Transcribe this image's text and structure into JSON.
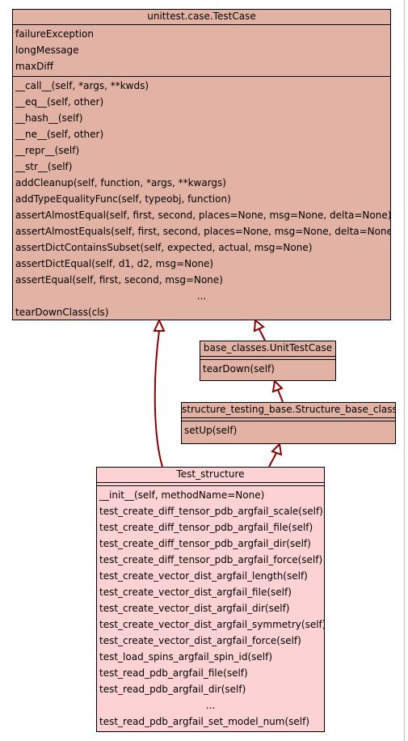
{
  "classes": {
    "testcase": {
      "name": "unittest.case.TestCase",
      "attributes": [
        "failureException",
        "longMessage",
        "maxDiff"
      ],
      "methods": [
        "__call__(self, *args, **kwds)",
        "__eq__(self, other)",
        "__hash__(self)",
        "__ne__(self, other)",
        "__repr__(self)",
        "__str__(self)",
        "addCleanup(self, function, *args, **kwargs)",
        "addTypeEqualityFunc(self, typeobj, function)",
        "assertAlmostEqual(self, first, second, places=None, msg=None, delta=None)",
        "assertAlmostEquals(self, first, second, places=None, msg=None, delta=None)",
        "assertDictContainsSubset(self, expected, actual, msg=None)",
        "assertDictEqual(self, d1, d2, msg=None)",
        "assertEqual(self, first, second, msg=None)",
        "...",
        "tearDownClass(cls)"
      ]
    },
    "unittestcase": {
      "name": "base_classes.UnitTestCase",
      "methods": [
        "tearDown(self)"
      ]
    },
    "structure_base": {
      "name": "structure_testing_base.Structure_base_class",
      "methods": [
        "setUp(self)"
      ]
    },
    "test_structure": {
      "name": "Test_structure",
      "methods": [
        "__init__(self, methodName=None)",
        "test_create_diff_tensor_pdb_argfail_scale(self)",
        "test_create_diff_tensor_pdb_argfail_file(self)",
        "test_create_diff_tensor_pdb_argfail_dir(self)",
        "test_create_diff_tensor_pdb_argfail_force(self)",
        "test_create_vector_dist_argfail_length(self)",
        "test_create_vector_dist_argfail_file(self)",
        "test_create_vector_dist_argfail_dir(self)",
        "test_create_vector_dist_argfail_symmetry(self)",
        "test_create_vector_dist_argfail_force(self)",
        "test_load_spins_argfail_spin_id(self)",
        "test_read_pdb_argfail_file(self)",
        "test_read_pdb_argfail_dir(self)",
        "...",
        "test_read_pdb_argfail_set_model_num(self)"
      ]
    }
  },
  "colors": {
    "base_fill": "#e2b2a5",
    "focus_fill": "#fdd2d4",
    "edge": "#8b0000"
  }
}
